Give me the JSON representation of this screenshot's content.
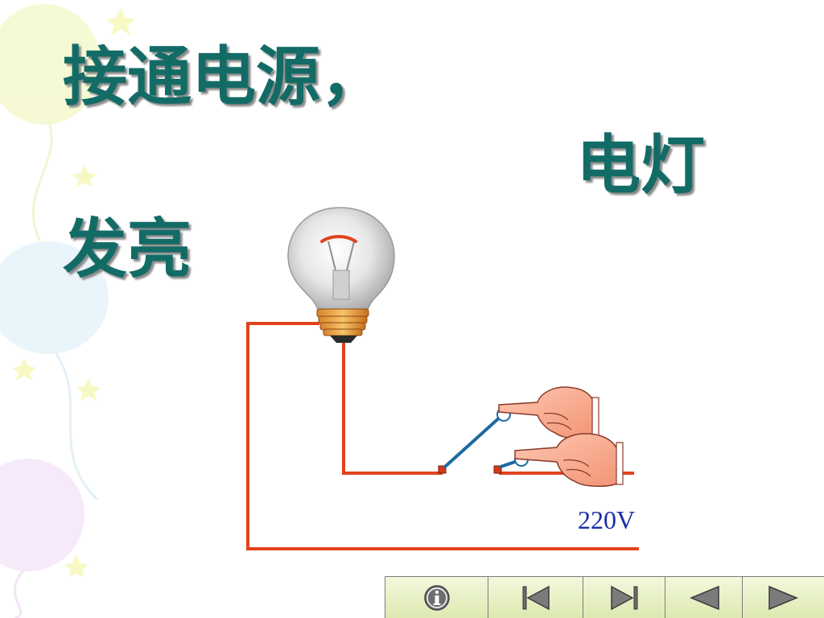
{
  "slide": {
    "title_line_1": "接通电源，",
    "title_line_2": "电灯",
    "title_line_3": "发亮",
    "voltage_label": "220V"
  },
  "colors": {
    "title": "#136b66",
    "wire": "#e2431e",
    "switch_blade": "#1d6aa0",
    "voltage_text": "#1a2fa8",
    "nav_background": "#e9f2c4"
  },
  "nav": {
    "buttons": [
      {
        "id": "info",
        "icon": "info-icon"
      },
      {
        "id": "first",
        "icon": "first-slide-icon"
      },
      {
        "id": "last",
        "icon": "last-slide-icon"
      },
      {
        "id": "prev",
        "icon": "previous-slide-icon"
      },
      {
        "id": "next",
        "icon": "next-slide-icon"
      }
    ]
  }
}
